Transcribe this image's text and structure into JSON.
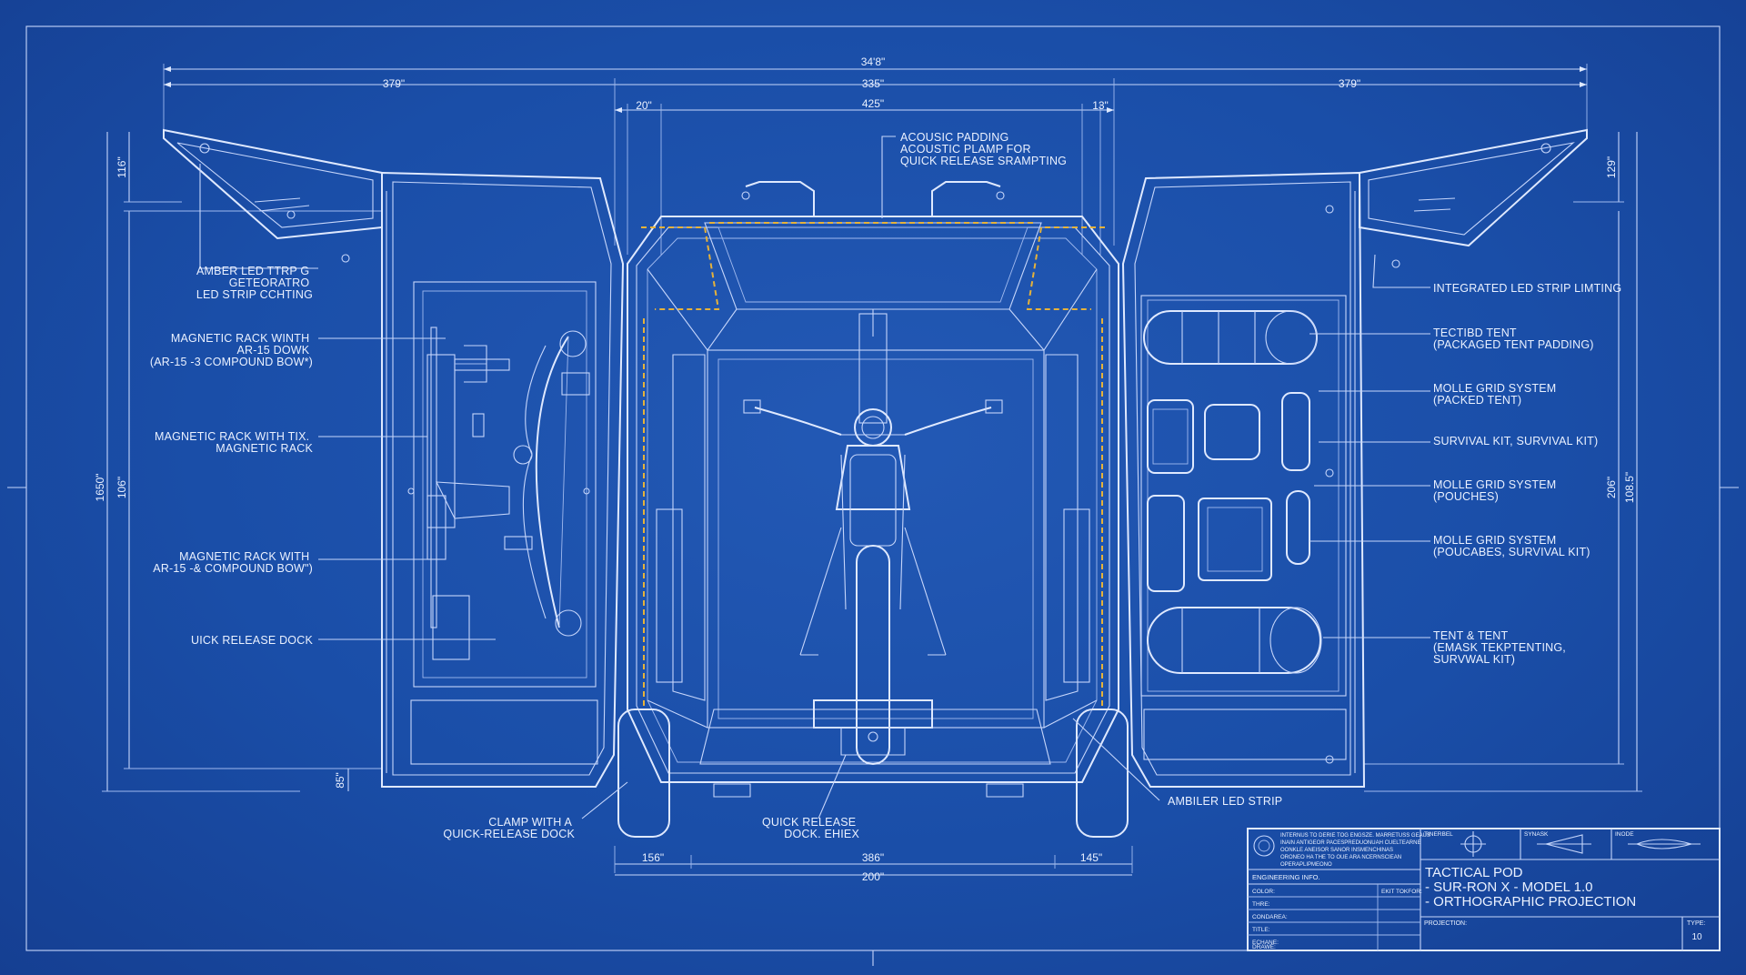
{
  "dimensions": {
    "overall": "34'8\"",
    "left_door": "379\"",
    "center_top": "335\"",
    "right_door": "379\"",
    "top_left_gap": "20\"",
    "inner_width": "425\"",
    "top_right_gap": "13\"",
    "left_flap": "116\"",
    "right_flap": "129\"",
    "left_overall_height": "1650\"",
    "left_door_height": "106\"",
    "left_base": "85\"",
    "right_door_height": "206\"",
    "right_overall_height": "108.5\"",
    "bottom_left": "156\"",
    "bottom_center": "386\"",
    "bottom_right": "145\"",
    "bottom_overall": "200\""
  },
  "callouts": {
    "top_center": [
      "ACOUSIC PADDING",
      "ACOUSTIC PLAMP FOR",
      "QUICK RELEASE SRAMPTING"
    ],
    "left": [
      [
        "AMBER LED TTRP G",
        "GETEORATRO",
        "LED STRIP CCHTING"
      ],
      [
        "MAGNETIC RACK WINTH",
        "AR-15 DOWK",
        "(AR-15 -3 COMPOUND BOW*)"
      ],
      [
        "MAGNETIC RACK WITH TIX.",
        "MAGNETIC RACK"
      ],
      [
        "MAGNETIC RACK WITH",
        "AR-15 -& COMPOUND BOW\")"
      ],
      [
        "UICK RELEASE DOCK"
      ]
    ],
    "right": [
      [
        "INTEGRATED LED STRIP LIMTING"
      ],
      [
        "TECTIBD TENT",
        "(PACKAGED TENT PADDING)"
      ],
      [
        "MOLLE GRID SYSTEM",
        "(PACKED TENT)"
      ],
      [
        "SURVIVAL KIT, SURVIVAL KIT)"
      ],
      [
        "MOLLE GRID SYSTEM",
        "(POUCHES)"
      ],
      [
        "MOLLE GRID SYSTEM",
        "(POUCABES, SURVIVAL KIT)"
      ],
      [
        "TENT & TENT",
        "(EMASK TEKPTENTING,",
        "SURVWAL KIT)"
      ]
    ],
    "bottom_left": [
      "CLAMP WITH A",
      "QUICK-RELEASE DOCK"
    ],
    "bottom_center": [
      "QUICK RELEASE",
      "DOCK. EHIEX"
    ],
    "bottom_right": [
      "AMBILER LED STRIP"
    ]
  },
  "title_block": {
    "notes": [
      "INTERNUS TO DERIE TOG ENGSZE. MARRETUSS GEAUS",
      "INAIN ANTIGEOR PACESPREDUONUAH CUELTEARNE",
      "OONKLE ANEISOR SANOR INSMENCHINAS",
      "ORONEO HA THE TO OUE ARA NCERNSCIEAN",
      "OPERAPLIPMEONO"
    ],
    "engineering_info": "ENGINEERING INFO.",
    "fields": [
      "COLOR:",
      "THRE:",
      "CONDAREA:",
      "TITLE:",
      "ECHANE:",
      "DRAWE:"
    ],
    "field_right": "EKIT TOKFOR:",
    "symbol_headers": [
      "TINERBEL",
      "SYNASK",
      "INODE"
    ],
    "title_lines": [
      "TACTICAL POD",
      "- SUR-RON X - MODEL 1.0",
      "- ORTHOGRAPHIC PROJECTION"
    ],
    "projection_label": "PROJECTION:",
    "type_label": "TYPE:",
    "type_value": "10"
  },
  "colors": {
    "background": "#1a4ea8",
    "line": "#dfe9ff",
    "led": "#e6b23a"
  }
}
